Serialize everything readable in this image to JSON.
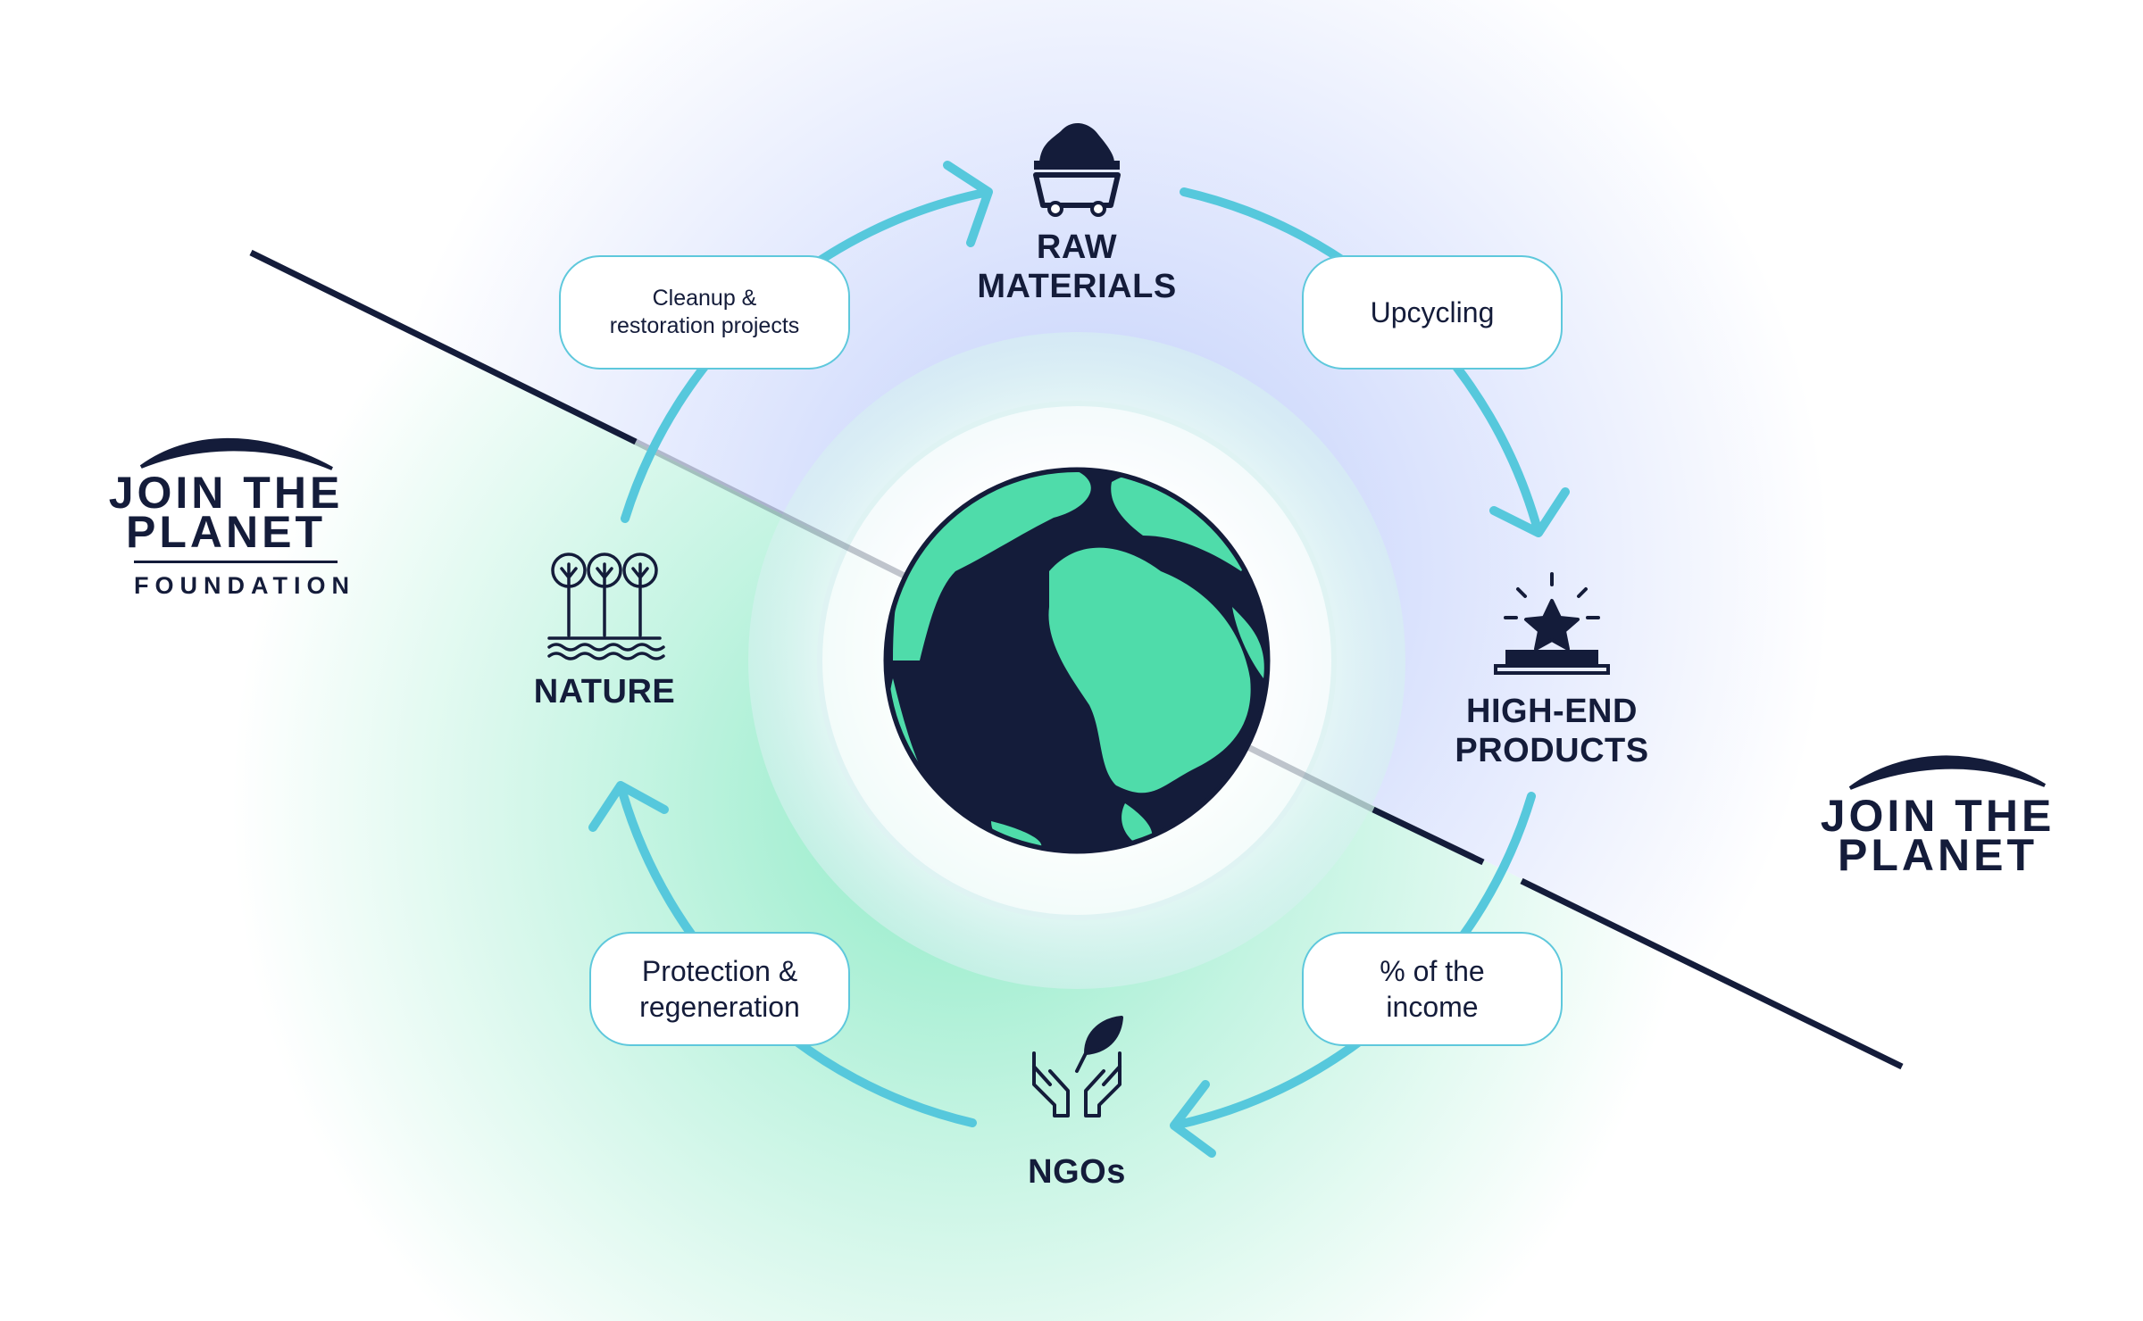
{
  "title": "Join the Planet circular model",
  "nodes": {
    "raw_materials": "RAW\nMATERIALS",
    "high_end_products": "HIGH-END\nPRODUCTS",
    "ngos": "NGOs",
    "nature": "NATURE"
  },
  "edges": {
    "upcycling": "Upcycling",
    "income": "% of the\nincome",
    "protection": "Protection &\nregeneration",
    "cleanup": "Cleanup &\nrestoration projects"
  },
  "logos": {
    "foundation": {
      "line1": "JOIN THE",
      "line2": "PLANET",
      "line3": "FOUNDATION"
    },
    "brand": {
      "line1": "JOIN THE",
      "line2": "PLANET"
    }
  },
  "colors": {
    "navy": "#141c3a",
    "cyan": "#5ec8dc",
    "green": "#4fdcaa",
    "blue": "#c9d5fb"
  }
}
